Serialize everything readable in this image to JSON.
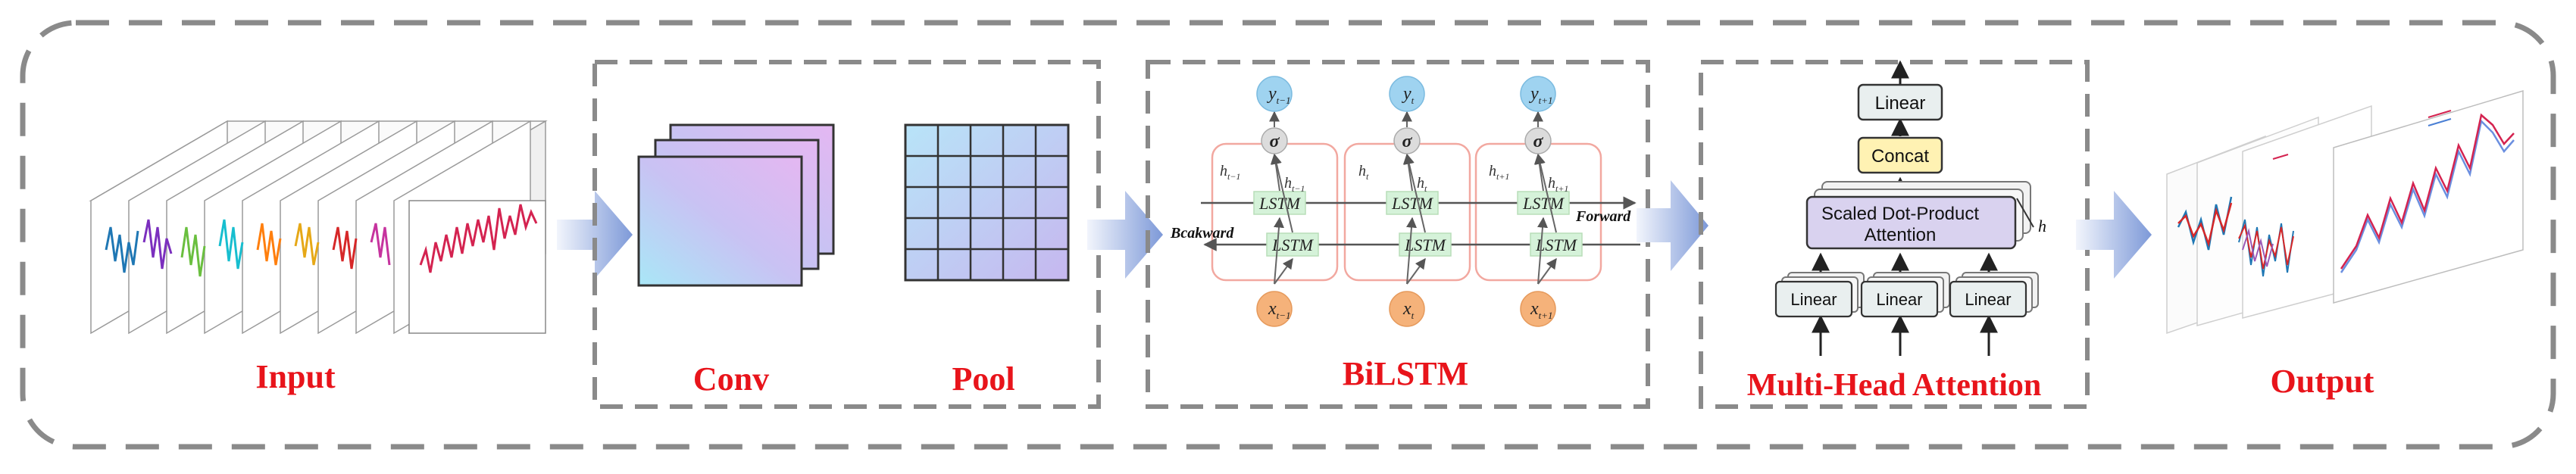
{
  "stages": {
    "input": "Input",
    "conv": "Conv",
    "pool": "Pool",
    "bilstm": "BiLSTM",
    "attention": "Multi-Head Attention",
    "output": "Output"
  },
  "bilstm": {
    "cell": "LSTM",
    "forward": "Forward",
    "backward": "Bcakward",
    "sigma": "σ",
    "outputs": [
      "y",
      "y",
      "y"
    ],
    "output_subs": [
      "t−1",
      "t",
      "t+1"
    ],
    "inputs": [
      "x",
      "x",
      "x"
    ],
    "input_subs": [
      "t−1",
      "t",
      "t+1"
    ],
    "hidden": [
      "h",
      "h",
      "h",
      "h",
      "h",
      "h"
    ],
    "hidden_subs": [
      "t−1",
      "t−1",
      "t",
      "t",
      "t+1",
      "t+1"
    ]
  },
  "attention": {
    "linear_top": "Linear",
    "concat": "Concat",
    "sdpa_line1": "Scaled Dot-Product",
    "sdpa_line2": "Attention",
    "h": "h",
    "linear_bottom": [
      "Linear",
      "Linear",
      "Linear"
    ]
  },
  "colors": {
    "label_red": "#e8141b",
    "arrow_blue": "#8fa8e0",
    "dash_gray": "#8a8a8a",
    "bilstm_frame": "#f2a8a0",
    "lstm_fill": "#d5f2d9",
    "y_node": "#9fd3f0",
    "x_node": "#f5b27a",
    "sigma_node": "#dcdcdc",
    "concat_fill": "#fff2b3",
    "sdpa_fill": "#d9d2ef"
  }
}
